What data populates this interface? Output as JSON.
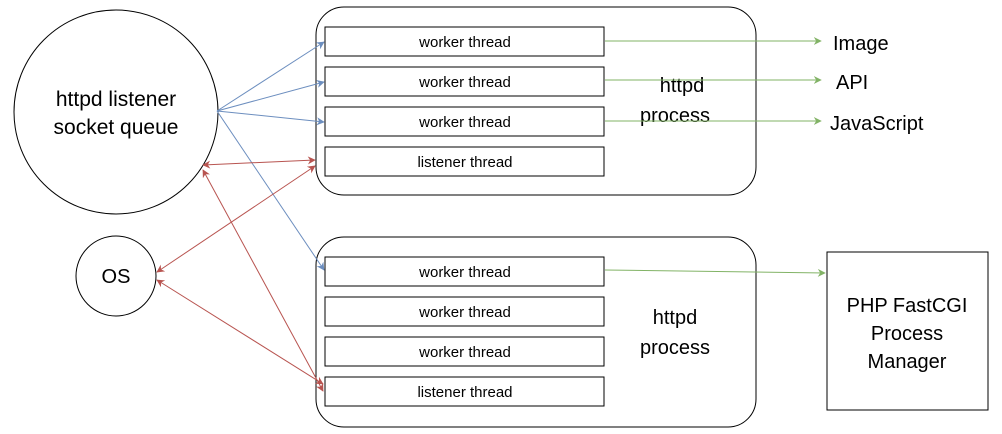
{
  "colors": {
    "background": "#ffffff",
    "stroke": "#000000",
    "blue_arrow": "#6c8ebf",
    "red_arrow": "#b85450",
    "green_arrow": "#82b366"
  },
  "listener_queue": {
    "line1": "httpd listener",
    "line2": "socket queue"
  },
  "os": {
    "label": "OS"
  },
  "process_top": {
    "label_line1": "httpd",
    "label_line2": "process",
    "threads": [
      "worker thread",
      "worker thread",
      "worker thread",
      "listener thread"
    ]
  },
  "process_bottom": {
    "label_line1": "httpd",
    "label_line2": "process",
    "threads": [
      "worker thread",
      "worker thread",
      "worker thread",
      "listener thread"
    ]
  },
  "outputs": {
    "image": "Image",
    "api": "API",
    "javascript": "JavaScript"
  },
  "fastcgi": {
    "line1": "PHP FastCGI",
    "line2": "Process",
    "line3": "Manager"
  }
}
